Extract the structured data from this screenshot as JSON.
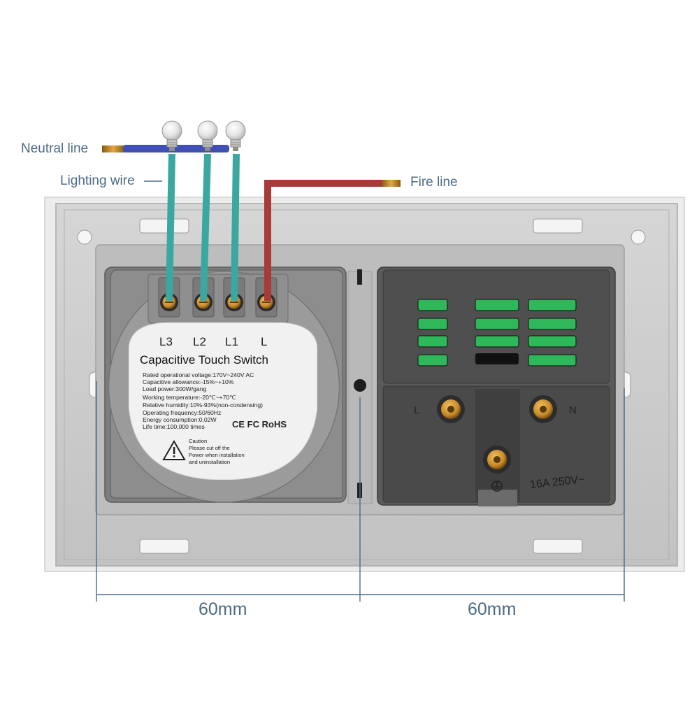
{
  "callouts": {
    "neutral": "Neutral line",
    "lighting": "Lighting wire",
    "fire": "Fire line"
  },
  "dimensions": {
    "left": "60mm",
    "right": "60mm"
  },
  "terminals": [
    "L3",
    "L2",
    "L1",
    "L"
  ],
  "switch_label": {
    "title": "Capacitive Touch Switch",
    "specs": [
      "Rated operational voltage:170V~240V AC",
      "Capacitive allowance:-15%~+10%",
      "Load power:300W/gang",
      "Working temperature:-20℃~+70℃",
      "Relative humidity:10%-93%(non-condensing)",
      "Operating frequency:50/60Hz",
      "Energy consumption:0.02W",
      "Life time:100,000 times"
    ],
    "marks": "CE FC RoHS",
    "caution": [
      "Caution",
      "Please cut off the",
      "Power when installation",
      "and uninstallation"
    ]
  },
  "socket": {
    "rating": "16A 250V~",
    "left_pin": "L",
    "right_pin": "N"
  },
  "colors": {
    "neutral_wire": "#3f4fb4",
    "lighting_wire": "#3aa8a0",
    "fire_wire": "#a83a3a",
    "callout_text": "#4e6b86",
    "plate": "#c9c9c9",
    "module_dark": "#4d4d4d",
    "green_window": "#2fb85a"
  },
  "icons": [
    "bulb-icon",
    "warning-icon",
    "ground-icon"
  ]
}
